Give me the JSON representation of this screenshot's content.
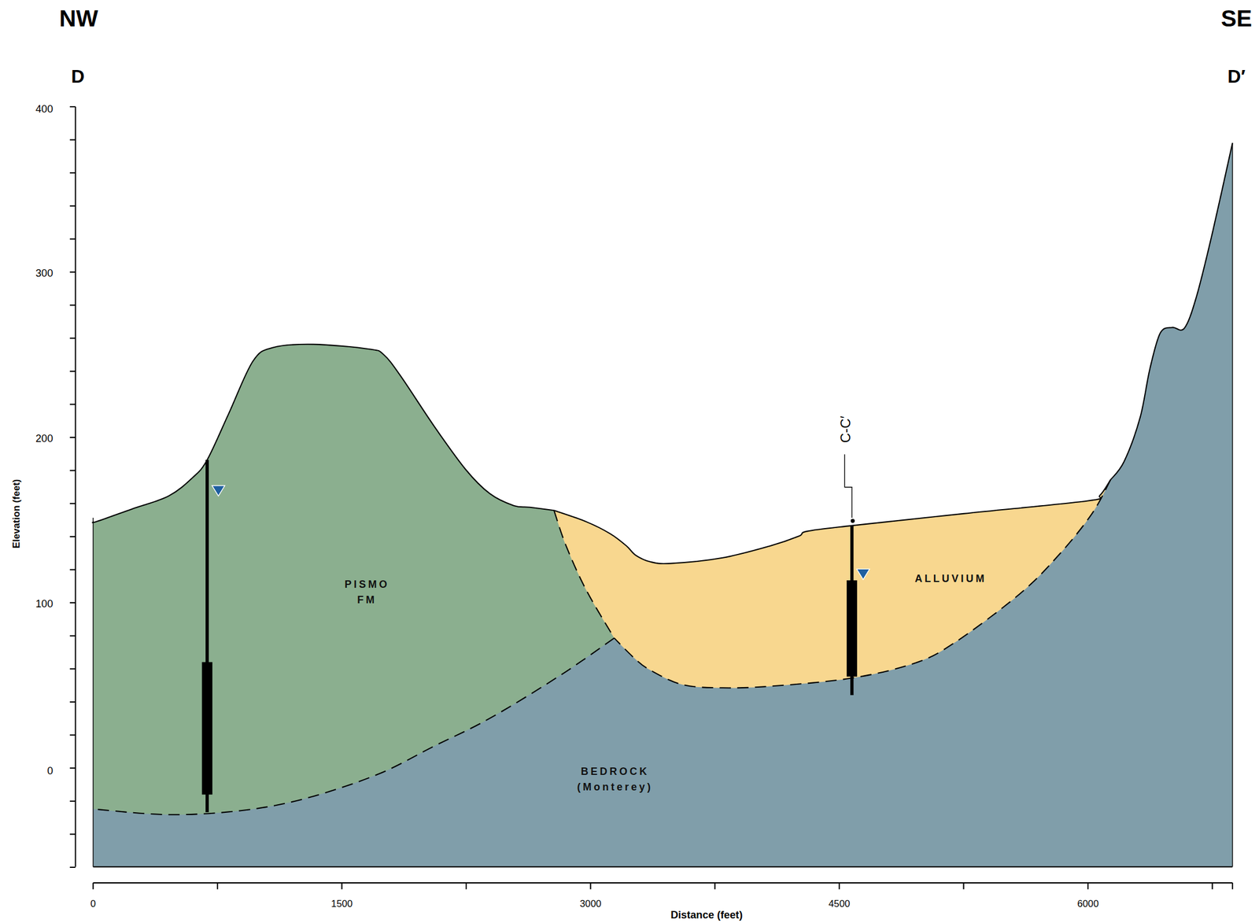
{
  "diagram": {
    "nodes": [
      {
        "text": [
          "PISMO FM"
        ]
      },
      {
        "text": [
          "ALLUVIUM"
        ]
      },
      {
        "text": [
          "BEDROCK (Monterey)"
        ]
      }
    ],
    "labels": [
      "NW",
      "SE",
      "D",
      "D′",
      "400",
      "300",
      "200",
      "100",
      "0",
      "Elevation (feet)",
      "0",
      "1500",
      "3000",
      "4500",
      "6000",
      "Distance (feet)",
      "C-C′"
    ]
  }
}
